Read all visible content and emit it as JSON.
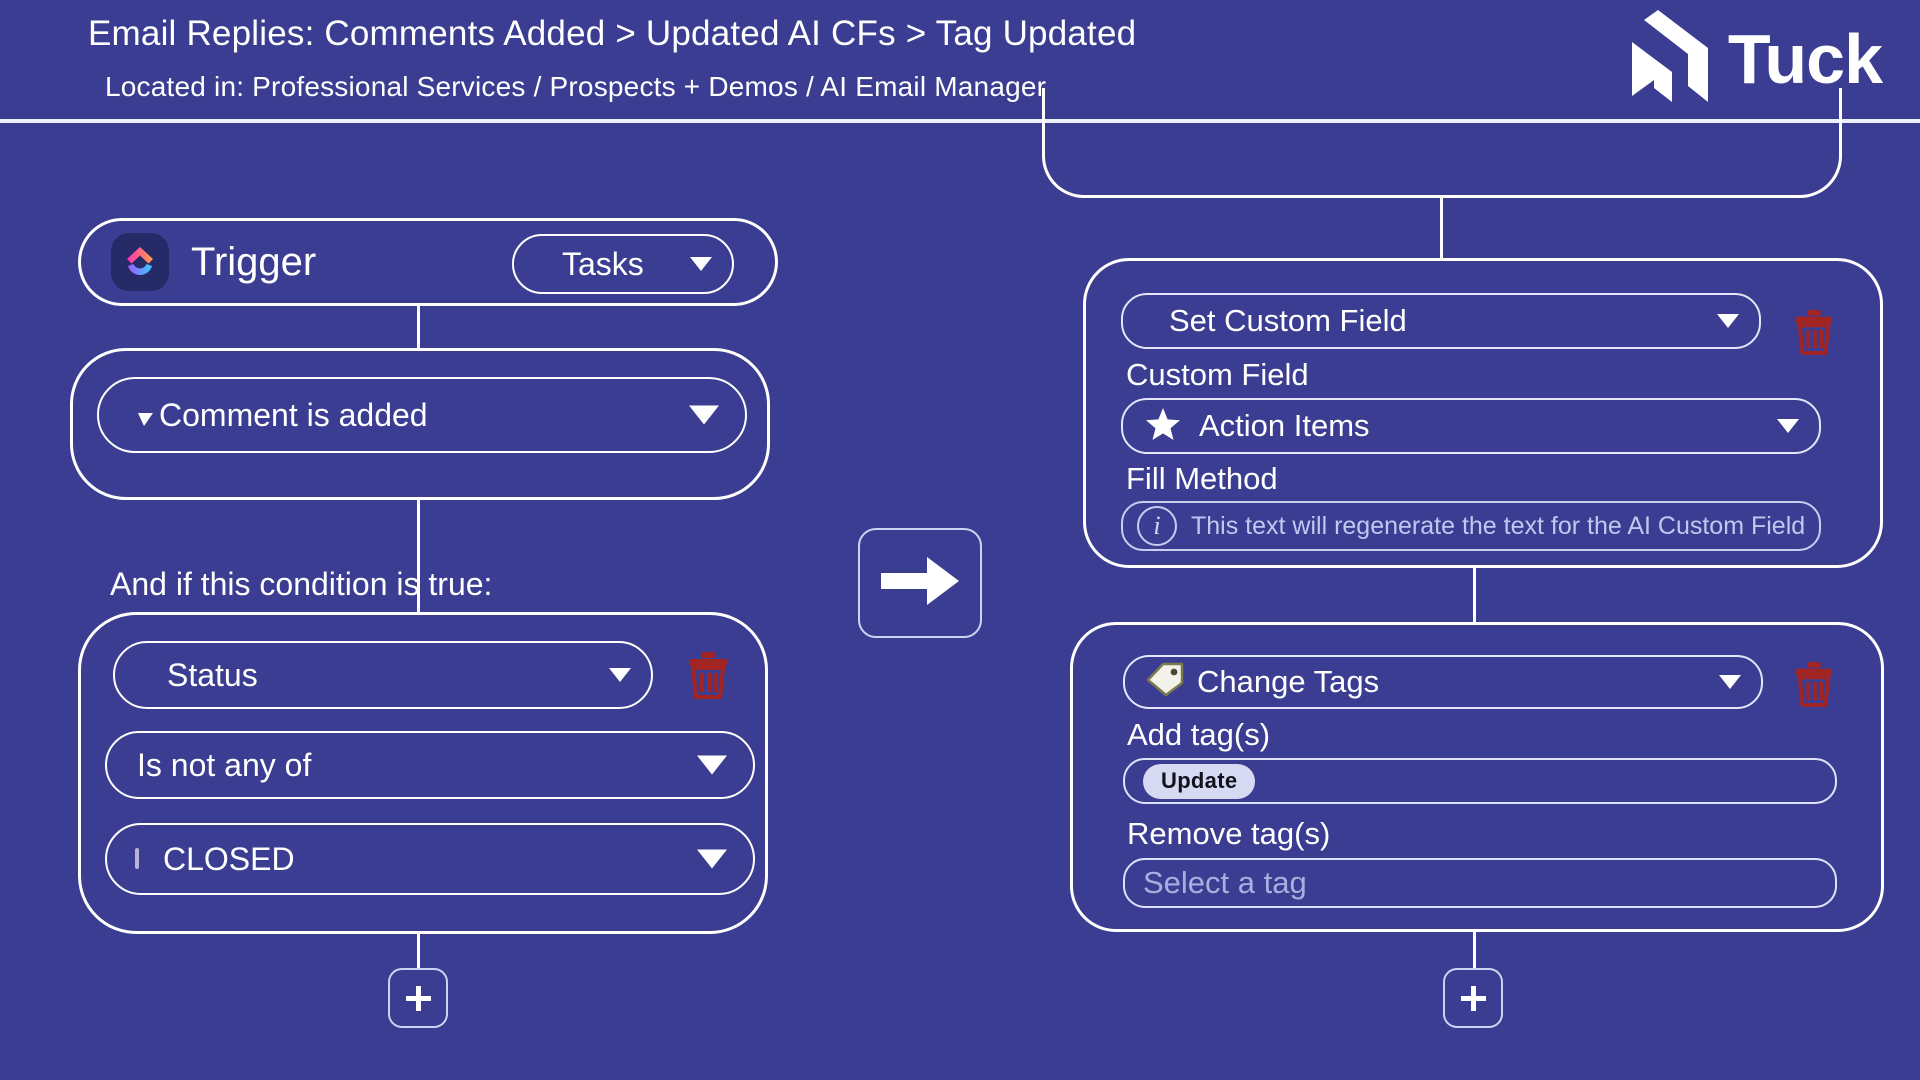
{
  "header": {
    "title": "Email Replies: Comments Added > Updated AI CFs > Tag Updated",
    "subtitle": "Located in: Professional Services / Prospects + Demos / AI Email Manager",
    "logo_text": "Tuck",
    "logo_icon": "tuck-chevron-logo"
  },
  "colors": {
    "background": "#3a3d91",
    "stroke": "#ffffff",
    "muted_text": "#c2c7ef",
    "placeholder_text": "#a9aede",
    "trash_red": "#a32523",
    "closed_swatch": "#3b1f6e",
    "chip_bg": "#d6d9f2",
    "chip_text": "#12121c"
  },
  "trigger": {
    "icon": "clickup-logo-icon",
    "label": "Trigger",
    "scope_select": {
      "value": "Tasks",
      "icon": "chevron-down-icon"
    }
  },
  "event": {
    "icon": "comment-bubble-icon",
    "value": "Comment is added",
    "caret": "chevron-down-icon"
  },
  "condition": {
    "label": "And if this condition is true:",
    "field": {
      "icon": "status-donut-icon",
      "value": "Status",
      "caret": "chevron-down-icon"
    },
    "operator": {
      "value": "Is not any of",
      "caret": "chevron-down-icon"
    },
    "value_select": {
      "swatch": "status-color-swatch",
      "value": "CLOSED",
      "caret": "chevron-down-icon"
    },
    "delete": "trash-icon"
  },
  "flow_arrow": "arrow-right-icon",
  "action_custom_field": {
    "type_select": {
      "icon": "document-icon",
      "value": "Set Custom Field",
      "caret": "chevron-down-icon"
    },
    "custom_field_label": "Custom Field",
    "custom_field_select": {
      "icon": "star-icon",
      "value": "Action Items",
      "caret": "chevron-down-icon"
    },
    "fill_method_label": "Fill Method",
    "fill_method_info": {
      "icon": "info-icon",
      "text": "This text will regenerate the text for the AI Custom Field"
    },
    "delete": "trash-icon"
  },
  "action_tags": {
    "type_select": {
      "icon": "tag-icon",
      "value": "Change Tags",
      "caret": "chevron-down-icon"
    },
    "add_tags_label": "Add tag(s)",
    "add_tags_chips": [
      "Update"
    ],
    "remove_tags_label": "Remove tag(s)",
    "remove_tags_placeholder": "Select a tag",
    "delete": "trash-icon"
  },
  "add_buttons": {
    "left_label": "+",
    "right_label": "+"
  }
}
